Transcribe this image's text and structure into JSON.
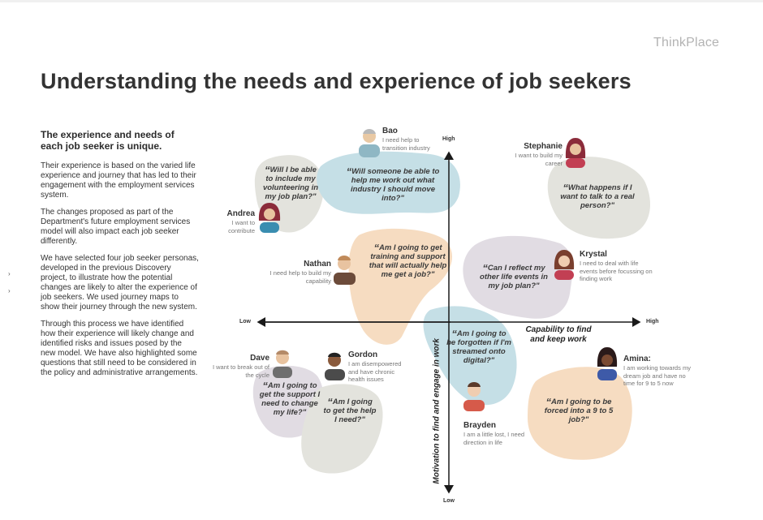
{
  "brand": "ThinkPlace",
  "title": "Understanding the needs and experience of job seekers",
  "intro": {
    "heading": "The experience and needs of each job seeker is unique.",
    "paragraphs": [
      "Their experience is based on the varied life experience and journey that has led to their engagement with the employment services system.",
      "The changes proposed as part of the Department's future employment services model will also impact each job seeker differently.",
      "We have selected four job seeker personas, developed in the previous Discovery project, to illustrate how the potential changes are likely to alter the experience of job seekers. We used journey maps to show their journey through the new system.",
      "Through this process we have identified how their experience will likely change and identified risks and issues posed by the new model. We have also highlighted some questions that still need to be considered in the policy and administrative arrangements."
    ]
  },
  "axes": {
    "x_title": "Capability to find and keep work",
    "y_title": "Motivation to find and engage in work",
    "x_low": "Low",
    "x_high": "High",
    "y_low": "Low",
    "y_high": "High"
  },
  "personas": [
    {
      "id": "bao",
      "name": "Bao",
      "desc": "I need help to transition industry",
      "quote": "Will someone be able to help me work out what industry I should move into?\"",
      "color": "#c5dfe6"
    },
    {
      "id": "andrea",
      "name": "Andrea",
      "desc": "I want to contribute",
      "quote": "Will I be able to include my volunteering in my job plan?\"",
      "color": "#e3e3dd"
    },
    {
      "id": "stephanie",
      "name": "Stephanie",
      "desc": "I want to build my career",
      "quote": "What happens if I want to talk to a real person?\"",
      "color": "#e3e3dd"
    },
    {
      "id": "nathan",
      "name": "Nathan",
      "desc": "I need help to build my capability",
      "quote": "Am I going to get training and support that will actually help me get a job?\"",
      "color": "#f6dcc1"
    },
    {
      "id": "krystal",
      "name": "Krystal",
      "desc": "I need to deal with life events before focussing on finding work",
      "quote": "Can I reflect my other life events in my job plan?\"",
      "color": "#e1dce3"
    },
    {
      "id": "dave",
      "name": "Dave",
      "desc": "I want to break out of the cycle",
      "quote": "Am I going to get the support I need to change my life?\"",
      "color": "#e1dce3"
    },
    {
      "id": "gordon",
      "name": "Gordon",
      "desc": "I am disempowered and have chronic health issues",
      "quote": "Am I going to get the help I need?\"",
      "color": "#e3e3dd"
    },
    {
      "id": "brayden",
      "name": "Brayden",
      "desc": "I am a little lost, I need direction in life",
      "quote": "Am I going to be forgotten if I'm streamed onto digital?\"",
      "color": "#c5dfe6"
    },
    {
      "id": "amina",
      "name": "Amina:",
      "desc": "I am working towards my dream job and have no time for 9 to 5 now",
      "quote": "Am I going to be forced into a 9 to 5 job?\"",
      "color": "#f6dcc1"
    }
  ]
}
